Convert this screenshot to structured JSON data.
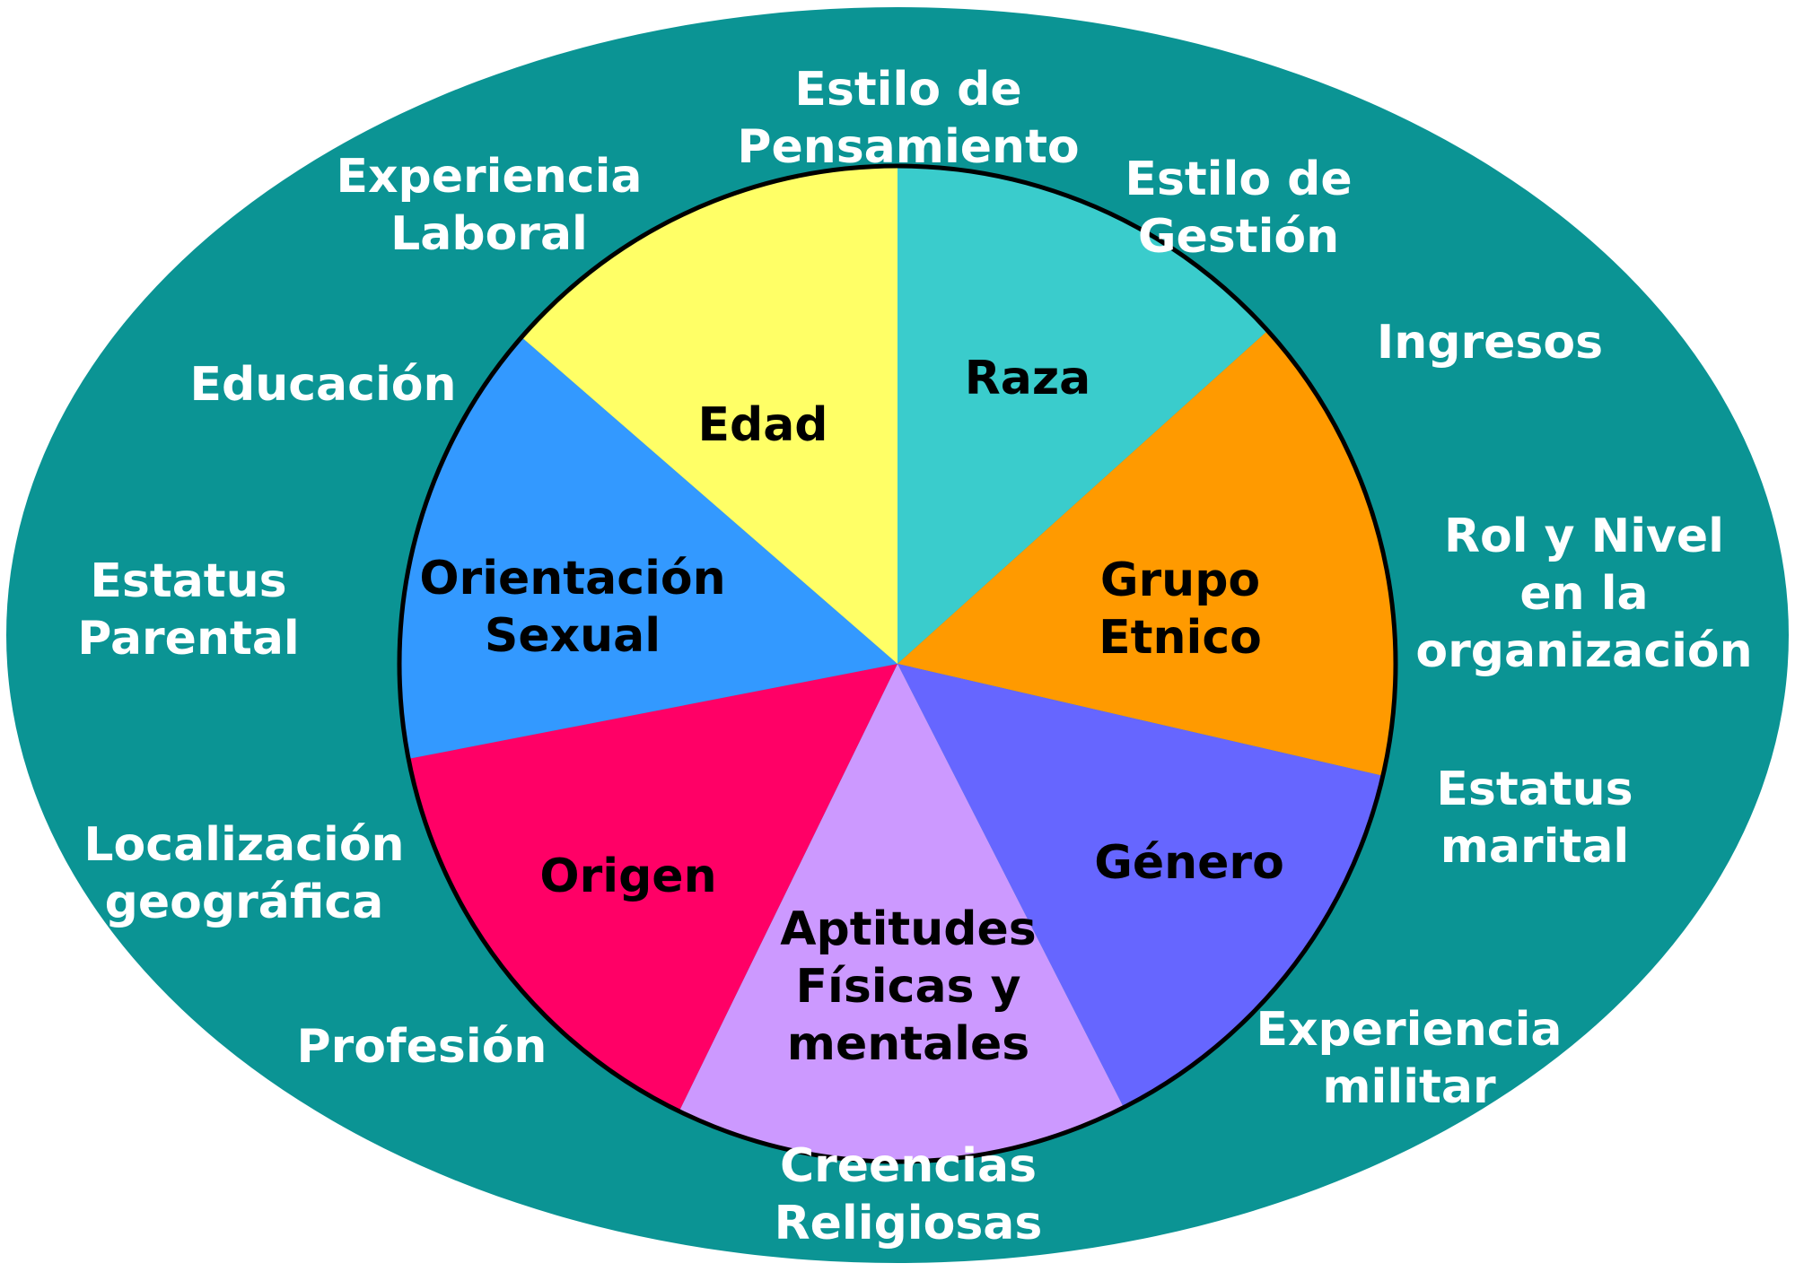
{
  "colors": {
    "outer_ring": "#0b9494",
    "outer_text": "#ffffff",
    "wedge_text": "#000000",
    "circle_outline": "#000000"
  },
  "outer_labels": [
    {
      "lines": [
        "Estilo de",
        "Pensamiento"
      ]
    },
    {
      "lines": [
        "Experiencia",
        "Laboral"
      ]
    },
    {
      "lines": [
        "Estilo de",
        "Gestión"
      ]
    },
    {
      "lines": [
        "Educación"
      ]
    },
    {
      "lines": [
        "Ingresos"
      ]
    },
    {
      "lines": [
        "Estatus",
        "Parental"
      ]
    },
    {
      "lines": [
        "Rol y Nivel",
        "en la",
        "organización"
      ]
    },
    {
      "lines": [
        "Localización",
        "geográfica"
      ]
    },
    {
      "lines": [
        "Estatus",
        "marital"
      ]
    },
    {
      "lines": [
        "Profesión"
      ]
    },
    {
      "lines": [
        "Experiencia",
        "militar"
      ]
    },
    {
      "lines": [
        "Creencias",
        "Religiosas"
      ]
    }
  ],
  "wedges": [
    {
      "lines": [
        "Raza"
      ],
      "color": "#3acccc"
    },
    {
      "lines": [
        "Grupo",
        "Etnico"
      ],
      "color": "#ff9a00"
    },
    {
      "lines": [
        "Género"
      ],
      "color": "#6666ff"
    },
    {
      "lines": [
        "Aptitudes",
        "Físicas y",
        "mentales"
      ],
      "color": "#cc99ff"
    },
    {
      "lines": [
        "Origen"
      ],
      "color": "#ff0066"
    },
    {
      "lines": [
        "Orientación",
        "Sexual"
      ],
      "color": "#3399ff"
    },
    {
      "lines": [
        "Edad"
      ],
      "color": "#ffff66"
    }
  ]
}
